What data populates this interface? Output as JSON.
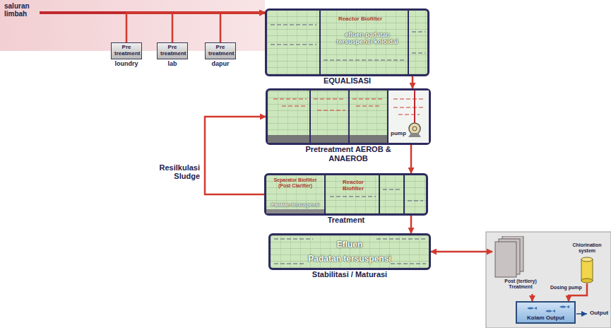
{
  "diagram": {
    "nodes": [
      {
        "text": [
          "Pre treatment",
          "loundry"
        ]
      },
      {
        "text": [
          "Pre treatment",
          "lab"
        ]
      },
      {
        "text": [
          "Pre treatment",
          "dapur"
        ]
      },
      {
        "text": [
          "Reactor Biofilter",
          "efluen padatan tersuspensi koloidal",
          "EQUALISASI"
        ]
      },
      {
        "text": [
          "pump",
          "Pretreatment AEROB & ANAEROB"
        ]
      },
      {
        "text": [
          "Treatment"
        ]
      },
      {
        "text": [
          "Separator Biofilter (Post Clarifier)",
          "Padatan tersuspensi"
        ],
        "in": 5
      },
      {
        "text": [
          "Reactor Biofilter"
        ],
        "in": 5
      },
      {
        "text": [
          "Efluen",
          "Padatan tersuspensi",
          "Stabilitasi / Maturasi"
        ]
      },
      {
        "text": [
          "Post (tertiery) Treatment"
        ]
      },
      {
        "text": [
          "Kolam Output"
        ]
      },
      {
        "text": [
          "Chlorination system"
        ]
      }
    ],
    "edges": [
      {
        "from": 0,
        "to": 3,
        "arrow": "to"
      },
      {
        "from": 1,
        "to": 3,
        "arrow": "to"
      },
      {
        "from": 2,
        "to": 3,
        "arrow": "to"
      },
      {
        "from": 3,
        "to": 4,
        "arrow": "to"
      },
      {
        "from": 4,
        "to": 5,
        "arrow": "to"
      },
      {
        "from": 5,
        "to": 4,
        "label": "Resilkulasi Sludge",
        "arrow": "to"
      },
      {
        "from": 5,
        "to": 8,
        "arrow": "to"
      },
      {
        "from": 8,
        "to": 9,
        "arrow": "both"
      },
      {
        "from": 9,
        "to": 10,
        "arrow": "to"
      },
      {
        "from": 11,
        "to": 10,
        "arrow": "to"
      }
    ],
    "labels": [
      "saluran limbah",
      "Dosing pump",
      "Output"
    ]
  }
}
